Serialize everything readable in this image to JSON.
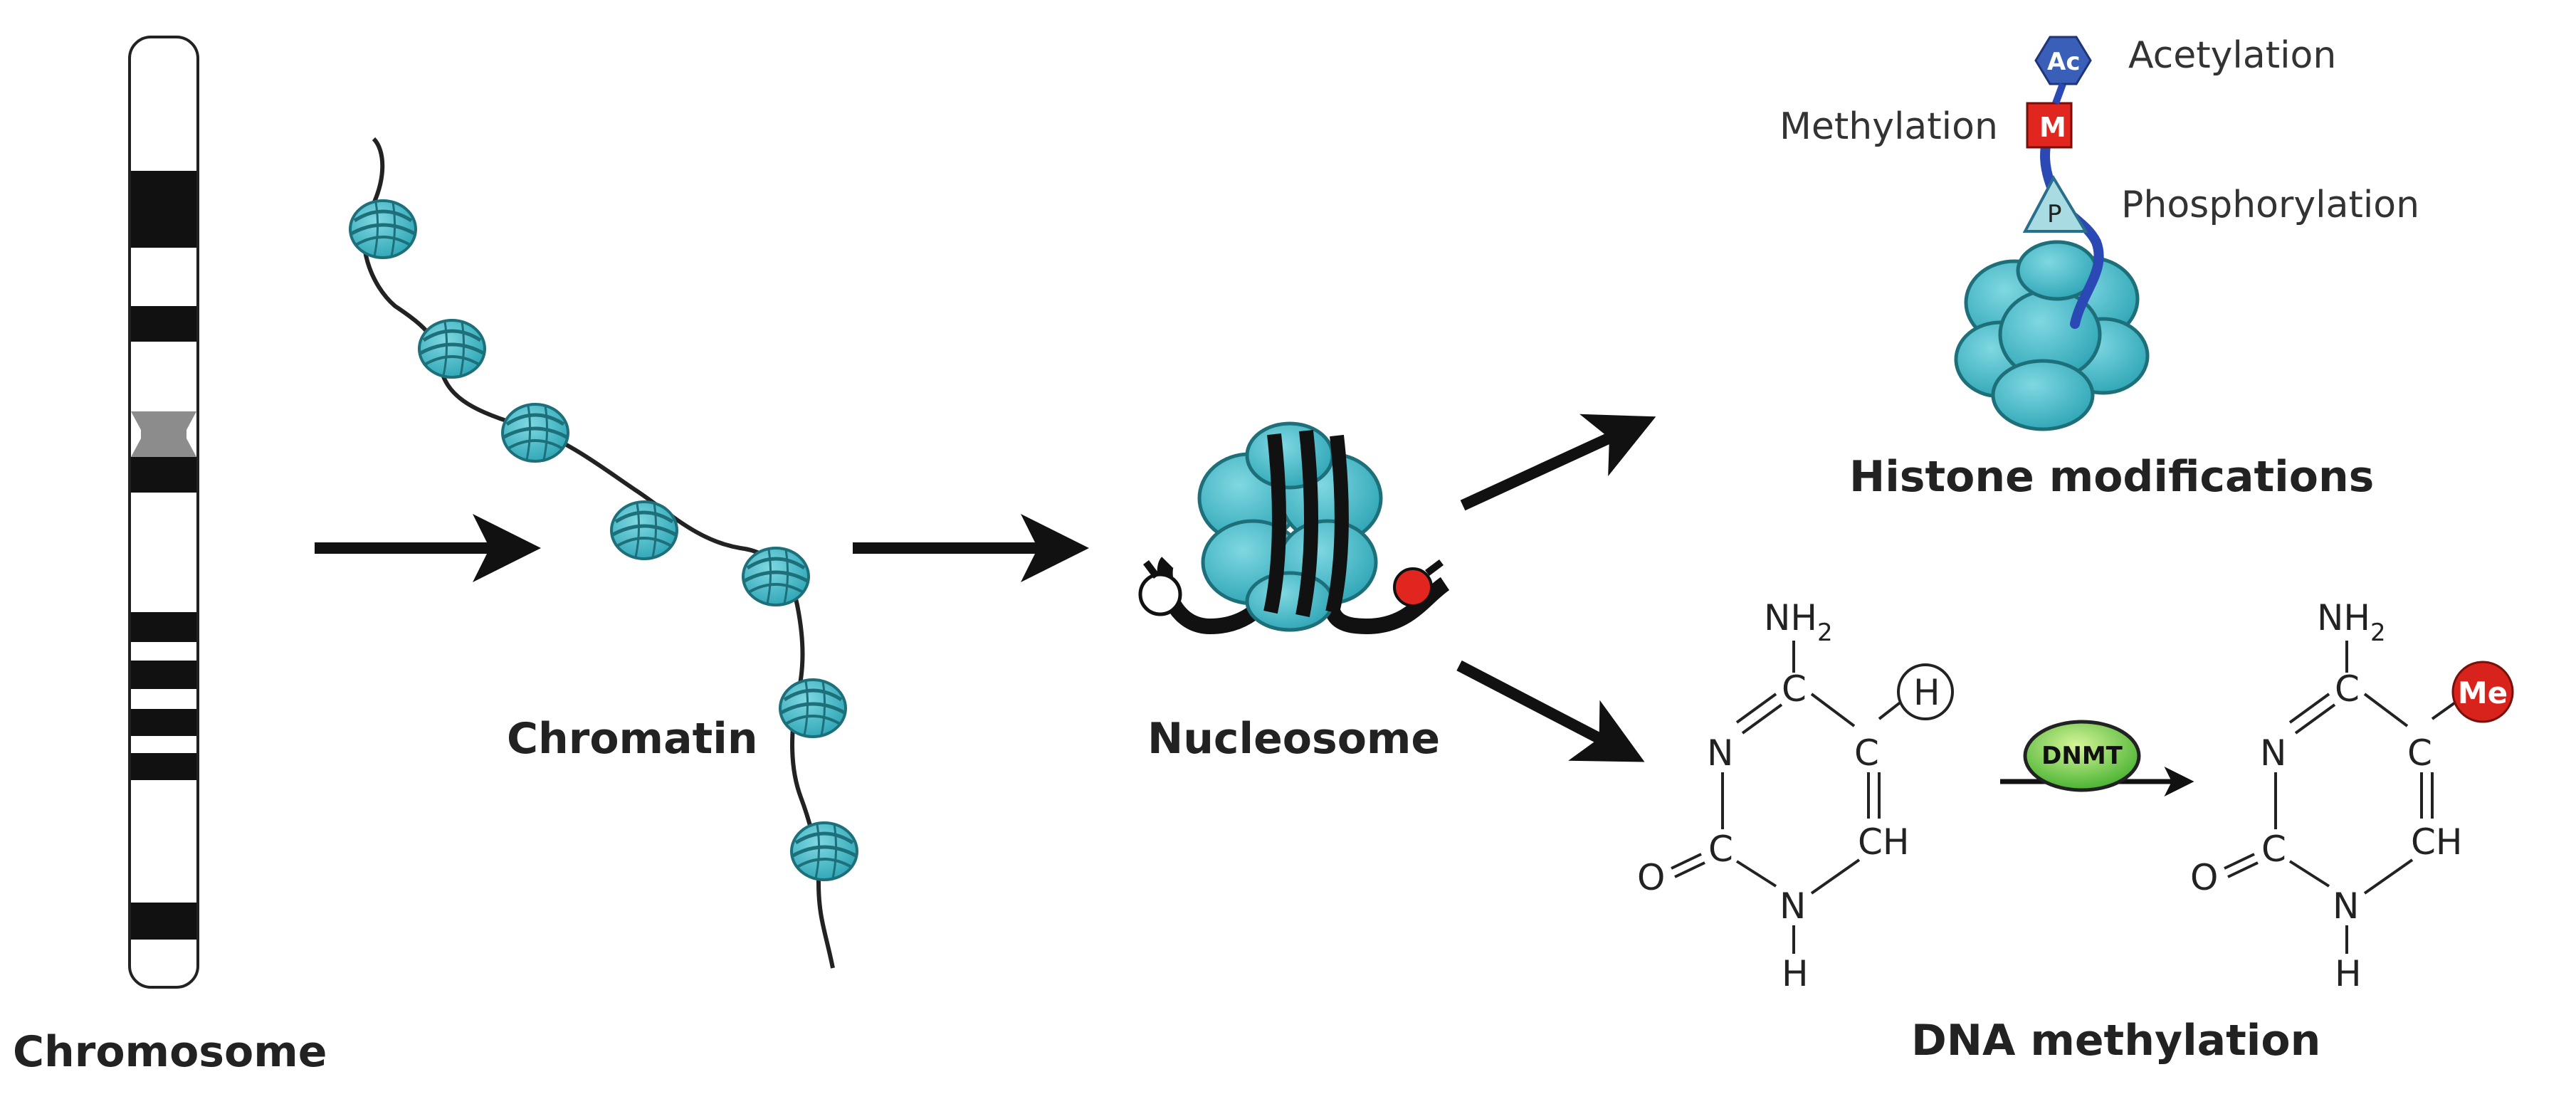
{
  "labels": {
    "chromosome": "Chromosome",
    "chromatin": "Chromatin",
    "nucleosome": "Nucleosome",
    "histone_modifications": "Histone modifications",
    "dna_methylation": "DNA methylation"
  },
  "modifications": {
    "acetylation": {
      "label": "Acetylation",
      "badge": "Ac"
    },
    "methylation": {
      "label": "Methylation",
      "badge": "M"
    },
    "phosphorylation": {
      "label": "Phosphorylation",
      "badge": "P"
    }
  },
  "molecule": {
    "nh2": "NH",
    "nh2_sub": "2",
    "c": "C",
    "n": "N",
    "ch": "CH",
    "o": "O",
    "h": "H",
    "h_circle": "H",
    "me_circle": "Me"
  },
  "enzyme": "DNMT",
  "colors": {
    "histone": "#3fb6c4",
    "histone_dark": "#1d6f7a",
    "methyl_red": "#e0261f",
    "acetyl_blue": "#3a5fb8",
    "phospho_light": "#a9dbe3",
    "tail_blue": "#2a49b5",
    "dnmt_green": "#7fd34a",
    "arrow": "#111111"
  }
}
